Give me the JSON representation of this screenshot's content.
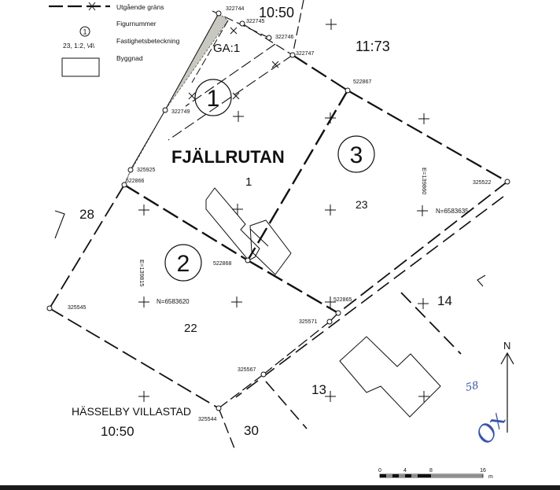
{
  "legend": {
    "boundary": "Utgående gräns",
    "figure_number": "Figurnummer",
    "figure_symbol": "1",
    "property_designation_sample": "23, 1:2, \\4\\",
    "property_designation": "Fastighetsbeteckning",
    "building": "Byggnad"
  },
  "labels": {
    "block_name": "FJÄLLRUTAN",
    "district": "HÄSSELBY VILLASTAD",
    "north": "N",
    "ga": "GA:1",
    "fig1": "1",
    "fig2": "2",
    "fig3": "3",
    "p_10_50_top": "10:50",
    "p_11_73": "11:73",
    "p_1": "1",
    "p_23": "23",
    "p_28": "28",
    "p_22": "22",
    "p_14": "14",
    "p_13": "13",
    "p_30": "30",
    "p_10_50_bottom": "10:50",
    "e_coord_1": "E=139860",
    "e_coord_2": "E=139815",
    "n_coord_1": "N=6583635",
    "n_coord_2": "N=6583620",
    "handwriting_1": "58",
    "handwriting_2": "Ox"
  },
  "points": {
    "pt_322744": "322744",
    "pt_322745": "322745",
    "pt_322746": "322746",
    "pt_322747": "322747",
    "pt_522867": "522867",
    "pt_322749": "322749",
    "pt_325925": "325925",
    "pt_522866": "522866",
    "pt_325522": "325522",
    "pt_522868": "522868",
    "pt_522865": "522865",
    "pt_325571": "325571",
    "pt_325545": "325545",
    "pt_325567": "325567",
    "pt_325544": "325544"
  },
  "scale": {
    "ticks": [
      "0",
      "4",
      "8",
      "16"
    ],
    "unit": "m"
  },
  "colors": {
    "ink": "#111111",
    "shaded_area": "#c8c8c0",
    "handwriting": "#3a55a8"
  }
}
